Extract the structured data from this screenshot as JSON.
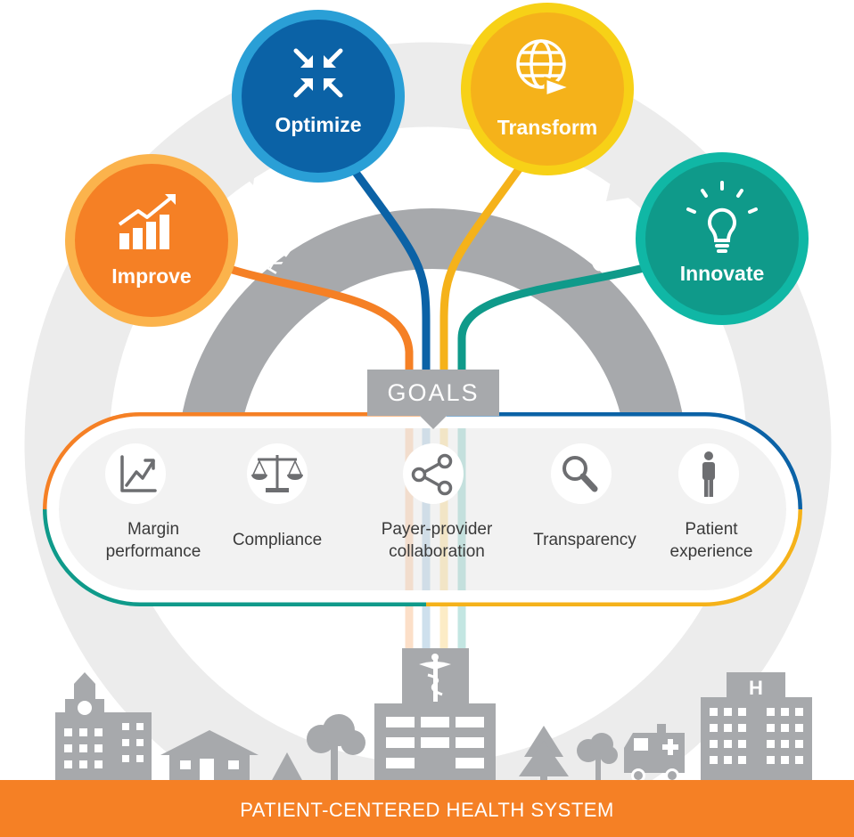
{
  "diagram": {
    "arc_title": "REVENUE CYCLE PATHWAYS",
    "goals_tag": "GOALS",
    "footer": "PATIENT-CENTERED HEALTH SYSTEM",
    "hospital_signs": [
      "H"
    ],
    "pathways": [
      {
        "name": "improve",
        "label": "Improve",
        "icon": "bar-chart-trend-icon",
        "color": "#f58025"
      },
      {
        "name": "optimize",
        "label": "Optimize",
        "icon": "arrows-converge-icon",
        "color": "#0b62a6"
      },
      {
        "name": "transform",
        "label": "Transform",
        "icon": "globe-arrow-icon",
        "color": "#f5b21a"
      },
      {
        "name": "innovate",
        "label": "Innovate",
        "icon": "lightbulb-icon",
        "color": "#0f9a8a"
      }
    ],
    "goals": [
      {
        "name": "margin-performance",
        "lines": [
          "Margin",
          "performance"
        ],
        "icon": "line-chart-icon"
      },
      {
        "name": "compliance",
        "lines": [
          "Compliance"
        ],
        "icon": "scales-icon"
      },
      {
        "name": "payer-provider-collaboration",
        "lines": [
          "Payer-provider",
          "collaboration"
        ],
        "icon": "share-nodes-icon"
      },
      {
        "name": "transparency",
        "lines": [
          "Transparency"
        ],
        "icon": "magnifier-icon"
      },
      {
        "name": "patient-experience",
        "lines": [
          "Patient",
          "experience"
        ],
        "icon": "person-icon"
      }
    ]
  },
  "colors": {
    "orange": "#f58025",
    "blue": "#0b62a6",
    "yellow": "#f5b21a",
    "teal": "#0f9a8a",
    "gray": "#a7a9ac",
    "light_gray": "#eceded"
  }
}
